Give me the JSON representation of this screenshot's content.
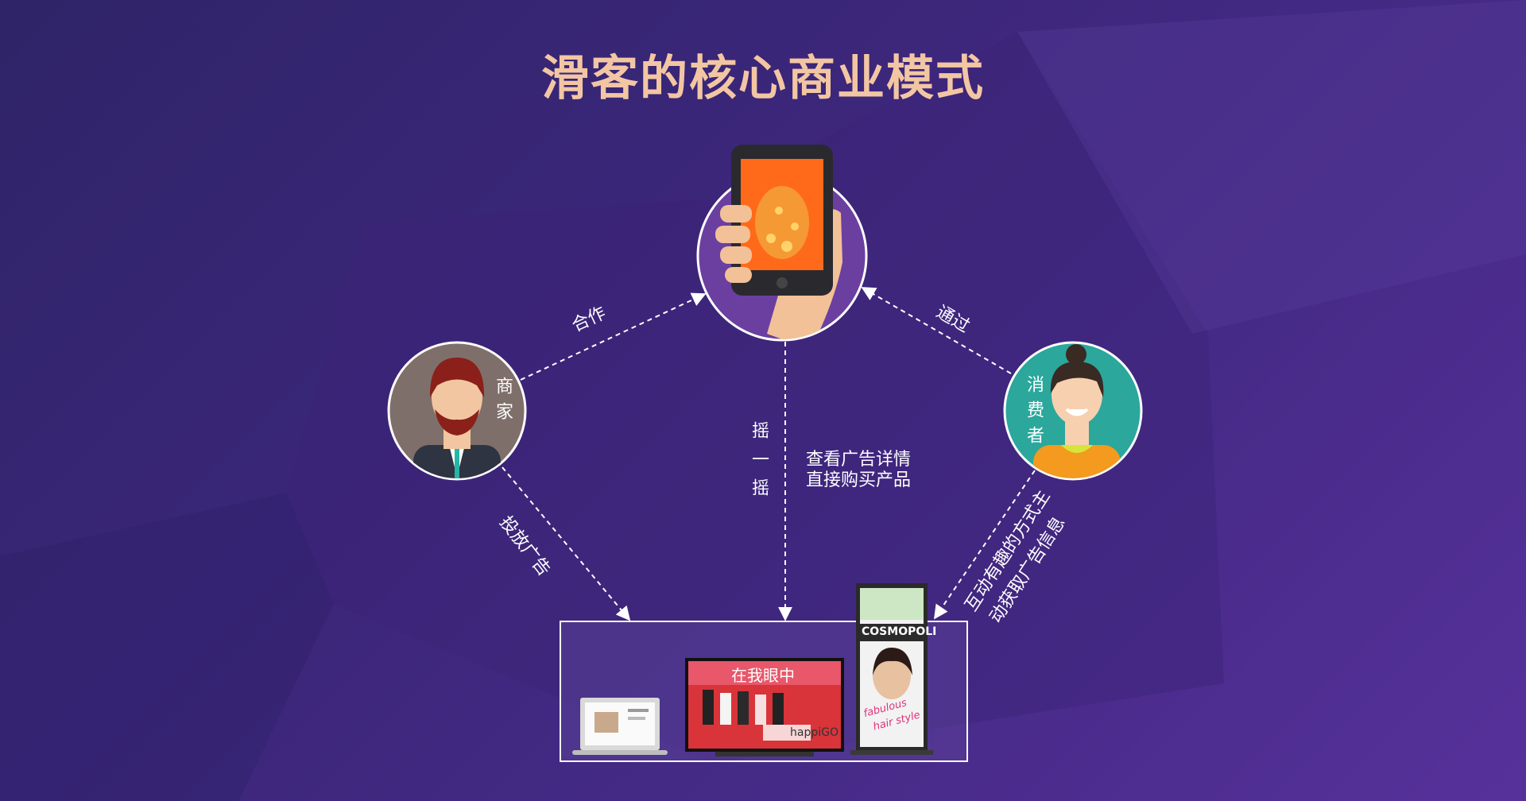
{
  "title": "滑客的核心商业模式",
  "nodes": {
    "merchant_label": "商家",
    "consumer_label": "消费者"
  },
  "edges": {
    "cooperate": "合作",
    "through": "通过",
    "shake": "摇一摇",
    "view_line1": "查看广告详情",
    "view_line2": "直接购买产品",
    "advertise": "投放广告",
    "interactive_line1": "互动有趣的方式主",
    "interactive_line2": "动获取广告信息"
  },
  "devices": {
    "tv_brand": "happiGO",
    "tv_banner": "在我眼中",
    "poster_title": "COSMOPOLI",
    "poster_script1": "fabulous",
    "poster_script2": "hair style"
  },
  "colors": {
    "title": "#f3c6a3",
    "merchant_bg": "#7f6f6a",
    "consumer_bg": "#2ba79c",
    "phone_bg": "#6b3fa0"
  }
}
